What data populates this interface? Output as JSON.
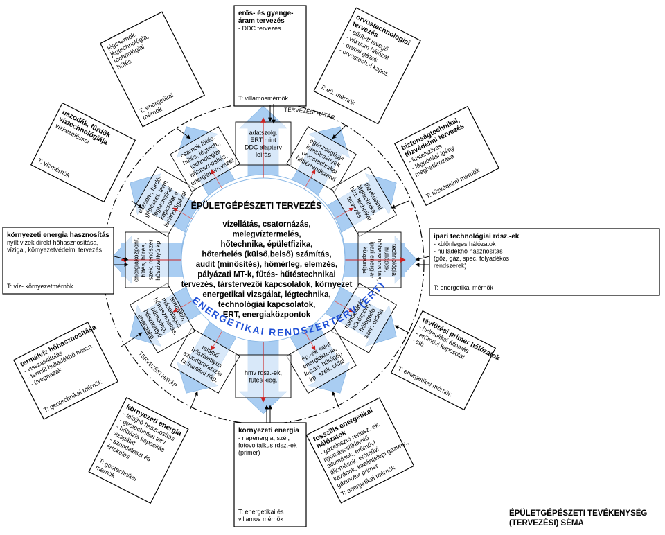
{
  "outer_boxes": [
    {
      "id": "top",
      "title": [
        "erős- és gyenge-",
        "áram tervezés"
      ],
      "body": [
        "- DDC tervezés"
      ],
      "footer": [
        "T: villamosmérnök"
      ]
    },
    {
      "id": "orvos",
      "title": [
        "orvostechnológiai",
        "tervezés"
      ],
      "body": [
        "- sűrített levegő",
        "- vákuum hálózat",
        "- orvosi gázok",
        "- orvostech.-i kapcs."
      ],
      "footer": [
        "T: eü. mérnök"
      ]
    },
    {
      "id": "tuzved",
      "title": [
        "biztonságtechnikai,",
        "tűzvédelmi tervezés"
      ],
      "body": [
        "- füstelszívás",
        "- légpótlási igény",
        "  meghatározása"
      ],
      "footer": [
        "T: tűzvédelmi mérnök"
      ]
    },
    {
      "id": "ipari",
      "title": [
        "ipari technológiai rdsz.-ek"
      ],
      "body": [
        "- különleges hálózatok",
        "- hulladékhő hasznosítás",
        "(gőz, gáz, spec. folyadékos",
        "rendszerek)"
      ],
      "footer": [
        "T: energetikai mérnök"
      ]
    },
    {
      "id": "tavfutes",
      "title": [
        "távfűtési primer hálózatok"
      ],
      "body": [
        "- hidraulikai állomás",
        "- erőművi kapcsolat",
        "- stb."
      ],
      "footer": [
        "T: energetikai mérnök"
      ]
    },
    {
      "id": "fosszilis",
      "title": [
        "fosszilis energetikai",
        "hálózatok"
      ],
      "body": [
        "- gázelosztó rendsz.-ek,",
        "nyomáscsökkentő",
        "állomások, erőművi",
        "állomások, erőművi",
        "kazánok, kazántelepi gázterv.,",
        "gázmotor primer"
      ],
      "footer": [
        "T: energetikai mérnök"
      ]
    },
    {
      "id": "kornyezeti_bottom",
      "title": [
        "környezeti energia"
      ],
      "body": [
        "- napenergia, szél,",
        "fotovoltaikus rdsz.-ek",
        "(primer)"
      ],
      "footer": [
        "T: energetikai és",
        "villamos mérnök"
      ]
    },
    {
      "id": "kornyezeti_sw",
      "title": [
        "környezeti energia"
      ],
      "body": [
        "- talajhő hasznosítás",
        "- geotechnikai terv",
        "- hőbázis kapacitás",
        "  vizsgálat",
        "- szondaleszt és",
        "  értékelés"
      ],
      "footer": [
        "T: geotechnikai",
        "mérnök"
      ]
    },
    {
      "id": "termalviz",
      "title": [
        "termálvíz hőhasznosítása"
      ],
      "body": [
        "- visszasajtolás",
        "- termál hulladékhő haszn.",
        "- üveghazak"
      ],
      "footer": [
        "T: geotechnikai mérnök"
      ]
    },
    {
      "id": "kornyezeti_w",
      "title": [
        "környezeti energia hasznosítás"
      ],
      "body": [
        "nyílt vizek direkt hőhasznosítása,",
        "vízigai, környezetvédelmi tervezés"
      ],
      "footer": [
        "T: víz- környezetmérnök"
      ]
    },
    {
      "id": "uszodak",
      "title": [
        "uszodák, fürdők",
        "víztechnológiája"
      ],
      "body": [
        "vízkezeléssel"
      ],
      "footer": [
        "T: vízmérnök"
      ]
    },
    {
      "id": "jeg",
      "title": [],
      "body": [
        "jégcsarnok,",
        "jégtechnológia,",
        "technológiai",
        "hűtés"
      ],
      "footer": [
        "T: energetikai",
        "mérnök"
      ]
    }
  ],
  "inner_boxes": [
    {
      "id": "i_top",
      "lines": [
        "adatszolg.",
        "ERT mint",
        "DDC alapterv",
        "leírás"
      ]
    },
    {
      "id": "i_orvos",
      "lines": [
        "egészségügyi",
        "létesítmények",
        "orvostechnikai",
        "háttérrendszerei"
      ]
    },
    {
      "id": "i_tuz",
      "lines": [
        "tűzvédelmi",
        "légtechnika,",
        "bizt. technikai",
        "tervezés"
      ]
    },
    {
      "id": "i_ipari",
      "lines": [
        "technológia",
        "hulladék,",
        "hőhasznosítás,",
        "ipari energia-",
        "központja"
      ]
    },
    {
      "id": "i_tav",
      "lines": [
        "távhőellátás,",
        "hőközpont,",
        "hőfogadó",
        "szek. oldala"
      ]
    },
    {
      "id": "i_foss",
      "lines": [
        "ép.-ek saját",
        "energiakp.-ja,",
        "kazán, hűtőgép",
        "kp. szek. oldal"
      ]
    },
    {
      "id": "i_bottom",
      "lines": [
        "hmv rdsz.-ek,",
        "fűtés kieg."
      ]
    },
    {
      "id": "i_sw",
      "lines": [
        "talajhő",
        "hőszivattyús",
        "szondarendszer",
        "hidraulikai hkp."
      ]
    },
    {
      "id": "i_termal",
      "lines": [
        "termálhő,",
        "másodlagos",
        "hőhasznosítás,",
        "hőmérleg,",
        "hőszivattyú",
        "energiakp."
      ]
    },
    {
      "id": "i_w",
      "lines": [
        "energiaközpont,",
        "fűtés, hűtés,",
        "szek. rendszer",
        "hőszivattyú kp."
      ]
    },
    {
      "id": "i_uszoda",
      "lines": [
        "uszoda-, fürdő-",
        "gépészet, term.",
        "légtechnikai",
        "kapcsolat a",
        "technológiával"
      ]
    },
    {
      "id": "i_jeg",
      "lines": [
        "csarnok fűtés,",
        "hűtés, légtech.,",
        "technológiai",
        "hőhasznosítás,",
        "energiakönyvezet"
      ]
    }
  ],
  "center": {
    "heading": "ÉPÜLETGÉPÉSZETI TERVEZÉS",
    "lines": [
      "vízellátás, csatornázás,",
      "melegvíztermelés,",
      "hőtechnika, épületfizika,",
      "hőterhelés (külső,belső) számítás,",
      "audit (minősítés), hőmérleg, elemzés,",
      "pályázati MT-k, fűtés- hűtéstechnikai",
      "tervezés, társtervezői kapcsolatok, környezet",
      "energetikai vizsgálat, légtechnika,",
      "technológiai kapcsolatok,",
      "ERT, energiaközpontok"
    ],
    "ring_text": "ENERGETIKAI RENDSZERTERV (ERT)"
  },
  "boundary_labels": [
    "TERVEZÉSI HATÁR",
    "TERVEZÉSI HATÁR"
  ],
  "caption": [
    "ÉPÜLETGÉPÉSZETI TEVÉKENYSÉG",
    "(TERVEZÉSI) SÉMA"
  ],
  "colors": {
    "arrow_fill": "#a9cdf2",
    "ert_text": "#1e4fd6",
    "spoke": "#e06060",
    "arrow_head": "#cc2222"
  }
}
